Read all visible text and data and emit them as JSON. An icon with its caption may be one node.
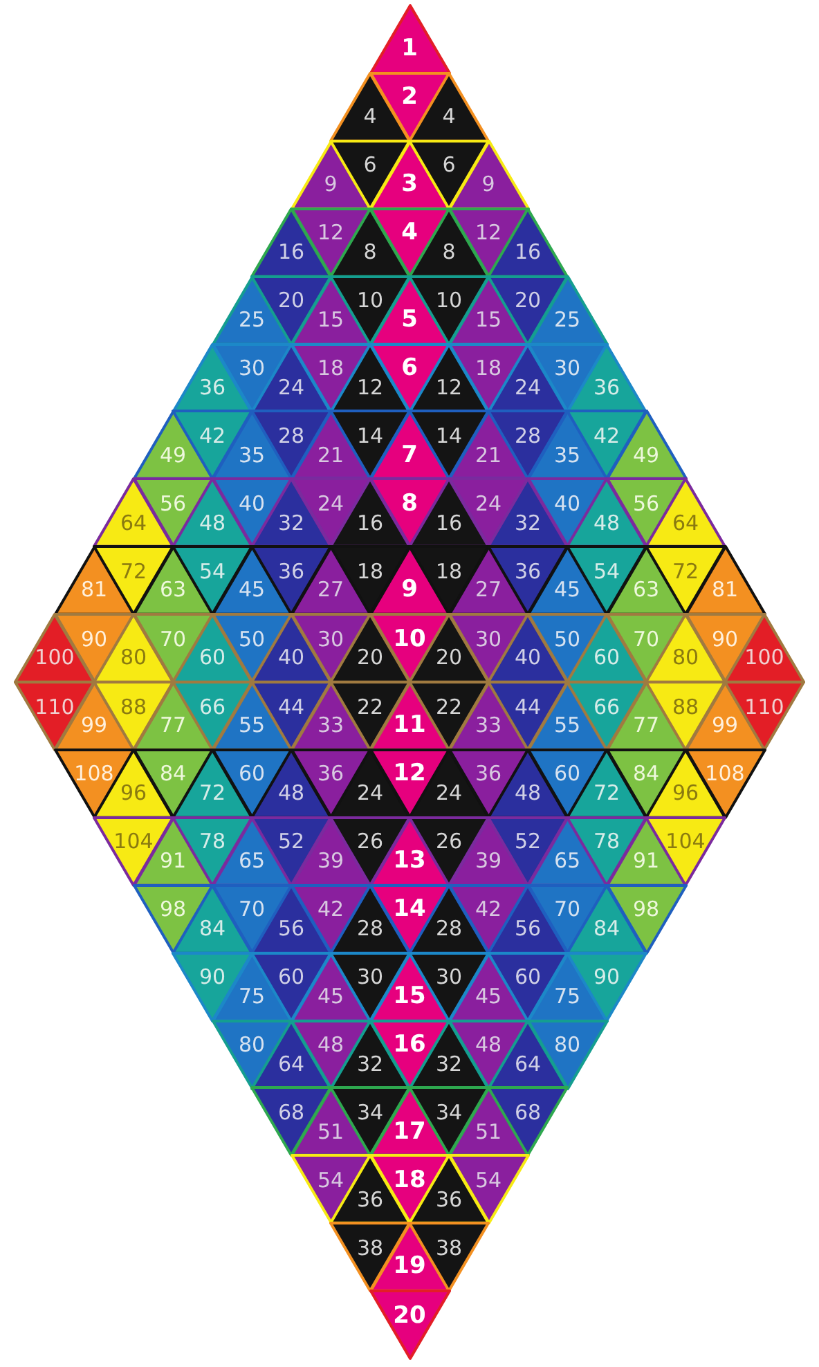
{
  "diagram": {
    "nodes": [
      {
        "text": [
          "1"
        ]
      },
      {
        "text": [
          "4"
        ]
      },
      {
        "text": [
          "2"
        ]
      },
      {
        "text": [
          "4"
        ]
      },
      {
        "text": [
          "9"
        ]
      },
      {
        "text": [
          "6"
        ]
      },
      {
        "text": [
          "3"
        ]
      },
      {
        "text": [
          "6"
        ]
      },
      {
        "text": [
          "9"
        ]
      },
      {
        "text": [
          "16"
        ]
      },
      {
        "text": [
          "12"
        ]
      },
      {
        "text": [
          "8"
        ]
      },
      {
        "text": [
          "4"
        ]
      },
      {
        "text": [
          "8"
        ]
      },
      {
        "text": [
          "12"
        ]
      },
      {
        "text": [
          "16"
        ]
      },
      {
        "text": [
          "25"
        ]
      },
      {
        "text": [
          "20"
        ]
      },
      {
        "text": [
          "15"
        ]
      },
      {
        "text": [
          "10"
        ]
      },
      {
        "text": [
          "5"
        ]
      },
      {
        "text": [
          "10"
        ]
      },
      {
        "text": [
          "15"
        ]
      },
      {
        "text": [
          "20"
        ]
      },
      {
        "text": [
          "25"
        ]
      },
      {
        "text": [
          "36"
        ]
      },
      {
        "text": [
          "30"
        ]
      },
      {
        "text": [
          "24"
        ]
      },
      {
        "text": [
          "18"
        ]
      },
      {
        "text": [
          "12"
        ]
      },
      {
        "text": [
          "6"
        ]
      },
      {
        "text": [
          "12"
        ]
      },
      {
        "text": [
          "18"
        ]
      },
      {
        "text": [
          "24"
        ]
      },
      {
        "text": [
          "30"
        ]
      },
      {
        "text": [
          "36"
        ]
      },
      {
        "text": [
          "49"
        ]
      },
      {
        "text": [
          "42"
        ]
      },
      {
        "text": [
          "35"
        ]
      },
      {
        "text": [
          "28"
        ]
      },
      {
        "text": [
          "21"
        ]
      },
      {
        "text": [
          "14"
        ]
      },
      {
        "text": [
          "7"
        ]
      },
      {
        "text": [
          "14"
        ]
      },
      {
        "text": [
          "21"
        ]
      },
      {
        "text": [
          "28"
        ]
      },
      {
        "text": [
          "35"
        ]
      },
      {
        "text": [
          "42"
        ]
      },
      {
        "text": [
          "49"
        ]
      },
      {
        "text": [
          "64"
        ]
      },
      {
        "text": [
          "56"
        ]
      },
      {
        "text": [
          "48"
        ]
      },
      {
        "text": [
          "40"
        ]
      },
      {
        "text": [
          "32"
        ]
      },
      {
        "text": [
          "24"
        ]
      },
      {
        "text": [
          "16"
        ]
      },
      {
        "text": [
          "8"
        ]
      },
      {
        "text": [
          "16"
        ]
      },
      {
        "text": [
          "24"
        ]
      },
      {
        "text": [
          "32"
        ]
      },
      {
        "text": [
          "40"
        ]
      },
      {
        "text": [
          "48"
        ]
      },
      {
        "text": [
          "56"
        ]
      },
      {
        "text": [
          "64"
        ]
      },
      {
        "text": [
          "81"
        ]
      },
      {
        "text": [
          "72"
        ]
      },
      {
        "text": [
          "63"
        ]
      },
      {
        "text": [
          "54"
        ]
      },
      {
        "text": [
          "45"
        ]
      },
      {
        "text": [
          "36"
        ]
      },
      {
        "text": [
          "27"
        ]
      },
      {
        "text": [
          "18"
        ]
      },
      {
        "text": [
          "9"
        ]
      },
      {
        "text": [
          "18"
        ]
      },
      {
        "text": [
          "27"
        ]
      },
      {
        "text": [
          "36"
        ]
      },
      {
        "text": [
          "45"
        ]
      },
      {
        "text": [
          "54"
        ]
      },
      {
        "text": [
          "63"
        ]
      },
      {
        "text": [
          "72"
        ]
      },
      {
        "text": [
          "81"
        ]
      },
      {
        "text": [
          "100"
        ]
      },
      {
        "text": [
          "90"
        ]
      },
      {
        "text": [
          "80"
        ]
      },
      {
        "text": [
          "70"
        ]
      },
      {
        "text": [
          "60"
        ]
      },
      {
        "text": [
          "50"
        ]
      },
      {
        "text": [
          "40"
        ]
      },
      {
        "text": [
          "30"
        ]
      },
      {
        "text": [
          "20"
        ]
      },
      {
        "text": [
          "10"
        ]
      },
      {
        "text": [
          "20"
        ]
      },
      {
        "text": [
          "30"
        ]
      },
      {
        "text": [
          "40"
        ]
      },
      {
        "text": [
          "50"
        ]
      },
      {
        "text": [
          "60"
        ]
      },
      {
        "text": [
          "70"
        ]
      },
      {
        "text": [
          "80"
        ]
      },
      {
        "text": [
          "90"
        ]
      },
      {
        "text": [
          "100"
        ]
      },
      {
        "text": [
          "110"
        ]
      },
      {
        "text": [
          "99"
        ]
      },
      {
        "text": [
          "88"
        ]
      },
      {
        "text": [
          "77"
        ]
      },
      {
        "text": [
          "66"
        ]
      },
      {
        "text": [
          "55"
        ]
      },
      {
        "text": [
          "44"
        ]
      },
      {
        "text": [
          "33"
        ]
      },
      {
        "text": [
          "22"
        ]
      },
      {
        "text": [
          "11"
        ]
      },
      {
        "text": [
          "22"
        ]
      },
      {
        "text": [
          "33"
        ]
      },
      {
        "text": [
          "44"
        ]
      },
      {
        "text": [
          "55"
        ]
      },
      {
        "text": [
          "66"
        ]
      },
      {
        "text": [
          "77"
        ]
      },
      {
        "text": [
          "88"
        ]
      },
      {
        "text": [
          "99"
        ]
      },
      {
        "text": [
          "110"
        ]
      },
      {
        "text": [
          "108"
        ]
      },
      {
        "text": [
          "96"
        ]
      },
      {
        "text": [
          "84"
        ]
      },
      {
        "text": [
          "72"
        ]
      },
      {
        "text": [
          "60"
        ]
      },
      {
        "text": [
          "48"
        ]
      },
      {
        "text": [
          "36"
        ]
      },
      {
        "text": [
          "24"
        ]
      },
      {
        "text": [
          "12"
        ]
      },
      {
        "text": [
          "24"
        ]
      },
      {
        "text": [
          "36"
        ]
      },
      {
        "text": [
          "48"
        ]
      },
      {
        "text": [
          "60"
        ]
      },
      {
        "text": [
          "72"
        ]
      },
      {
        "text": [
          "84"
        ]
      },
      {
        "text": [
          "96"
        ]
      },
      {
        "text": [
          "108"
        ]
      },
      {
        "text": [
          "104"
        ]
      },
      {
        "text": [
          "91"
        ]
      },
      {
        "text": [
          "78"
        ]
      },
      {
        "text": [
          "65"
        ]
      },
      {
        "text": [
          "52"
        ]
      },
      {
        "text": [
          "39"
        ]
      },
      {
        "text": [
          "26"
        ]
      },
      {
        "text": [
          "13"
        ]
      },
      {
        "text": [
          "26"
        ]
      },
      {
        "text": [
          "39"
        ]
      },
      {
        "text": [
          "52"
        ]
      },
      {
        "text": [
          "65"
        ]
      },
      {
        "text": [
          "78"
        ]
      },
      {
        "text": [
          "91"
        ]
      },
      {
        "text": [
          "104"
        ]
      },
      {
        "text": [
          "98"
        ]
      },
      {
        "text": [
          "84"
        ]
      },
      {
        "text": [
          "70"
        ]
      },
      {
        "text": [
          "56"
        ]
      },
      {
        "text": [
          "42"
        ]
      },
      {
        "text": [
          "28"
        ]
      },
      {
        "text": [
          "14"
        ]
      },
      {
        "text": [
          "28"
        ]
      },
      {
        "text": [
          "42"
        ]
      },
      {
        "text": [
          "56"
        ]
      },
      {
        "text": [
          "70"
        ]
      },
      {
        "text": [
          "84"
        ]
      },
      {
        "text": [
          "98"
        ]
      },
      {
        "text": [
          "90"
        ]
      },
      {
        "text": [
          "75"
        ]
      },
      {
        "text": [
          "60"
        ]
      },
      {
        "text": [
          "45"
        ]
      },
      {
        "text": [
          "30"
        ]
      },
      {
        "text": [
          "15"
        ]
      },
      {
        "text": [
          "30"
        ]
      },
      {
        "text": [
          "45"
        ]
      },
      {
        "text": [
          "60"
        ]
      },
      {
        "text": [
          "75"
        ]
      },
      {
        "text": [
          "90"
        ]
      },
      {
        "text": [
          "80"
        ]
      },
      {
        "text": [
          "64"
        ]
      },
      {
        "text": [
          "48"
        ]
      },
      {
        "text": [
          "32"
        ]
      },
      {
        "text": [
          "16"
        ]
      },
      {
        "text": [
          "32"
        ]
      },
      {
        "text": [
          "48"
        ]
      },
      {
        "text": [
          "64"
        ]
      },
      {
        "text": [
          "80"
        ]
      },
      {
        "text": [
          "68"
        ]
      },
      {
        "text": [
          "51"
        ]
      },
      {
        "text": [
          "34"
        ]
      },
      {
        "text": [
          "17"
        ]
      },
      {
        "text": [
          "34"
        ]
      },
      {
        "text": [
          "51"
        ]
      },
      {
        "text": [
          "68"
        ]
      },
      {
        "text": [
          "54"
        ]
      },
      {
        "text": [
          "36"
        ]
      },
      {
        "text": [
          "18"
        ]
      },
      {
        "text": [
          "36"
        ]
      },
      {
        "text": [
          "54"
        ]
      },
      {
        "text": [
          "38"
        ]
      },
      {
        "text": [
          "19"
        ]
      },
      {
        "text": [
          "38"
        ]
      },
      {
        "text": [
          "20"
        ]
      }
    ]
  }
}
